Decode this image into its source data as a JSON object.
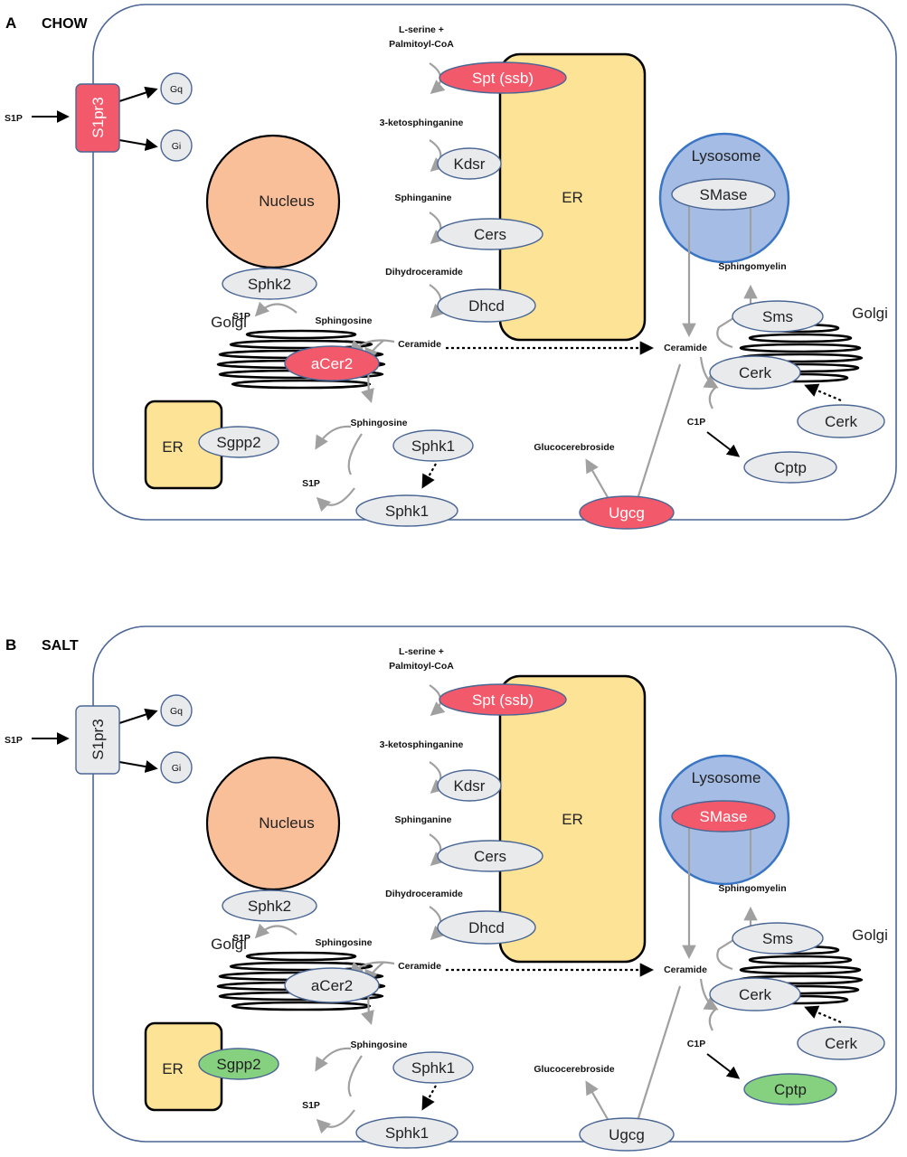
{
  "colors": {
    "up": "#f25a6c",
    "down": "#86d17f",
    "neutral": "#e9eaec",
    "enzyme_border": "#4a6694",
    "cell_border": "#4a6694",
    "er_fill": "#fde395",
    "nucleus_fill": "#f9bf99",
    "lysosome_fill": "#a5bde5",
    "lysosome_border": "#3a75c4",
    "grey_arrow": "#a0a0a0"
  },
  "panels": [
    {
      "letter": "A",
      "condition": "CHOW",
      "organelles": {
        "er_main": "ER",
        "er_small": "ER",
        "nucleus": "Nucleus",
        "lysosome": "Lysosome",
        "golgi_left": "Golgi",
        "golgi_right": "Golgi"
      },
      "metabolites": {
        "s1p_outside": "S1P",
        "lserine_1": "L-serine +",
        "lserine_2": "Palmitoyl-CoA",
        "ketosphinganine": "3-ketosphinganine",
        "sphinganine": "Sphinganine",
        "dihydroceramide": "Dihydroceramide",
        "ceramide_left": "Ceramide",
        "ceramide_right": "Ceramide",
        "sphingosine_golgi": "Sphingosine",
        "s1p_golgi": "S1P",
        "sphingosine_lower": "Sphingosine",
        "s1p_lower": "S1P",
        "glucocerebroside": "Glucocerebroside",
        "sphingomyelin": "Sphingomyelin",
        "c1p": "C1P"
      },
      "enzymes": {
        "s1pr3": {
          "label": "S1pr3",
          "state": "up"
        },
        "gq": {
          "label": "Gq",
          "state": "neutral"
        },
        "gi": {
          "label": "Gi",
          "state": "neutral"
        },
        "spt": {
          "label": "Spt (ssb)",
          "state": "up"
        },
        "kdsr": {
          "label": "Kdsr",
          "state": "neutral"
        },
        "cers": {
          "label": "Cers",
          "state": "neutral"
        },
        "dhcd": {
          "label": "Dhcd",
          "state": "neutral"
        },
        "sphk2": {
          "label": "Sphk2",
          "state": "neutral"
        },
        "acer2": {
          "label": "aCer2",
          "state": "up"
        },
        "sgpp2": {
          "label": "Sgpp2",
          "state": "neutral"
        },
        "sphk1_cyto": {
          "label": "Sphk1",
          "state": "neutral"
        },
        "sphk1_mem": {
          "label": "Sphk1",
          "state": "neutral"
        },
        "ugcg": {
          "label": "Ugcg",
          "state": "up"
        },
        "smase": {
          "label": "SMase",
          "state": "neutral"
        },
        "sms": {
          "label": "Sms",
          "state": "neutral"
        },
        "cerk_golgi": {
          "label": "Cerk",
          "state": "neutral"
        },
        "cerk_cyto": {
          "label": "Cerk",
          "state": "neutral"
        },
        "cptp": {
          "label": "Cptp",
          "state": "neutral"
        }
      }
    },
    {
      "letter": "B",
      "condition": "SALT",
      "organelles": {
        "er_main": "ER",
        "er_small": "ER",
        "nucleus": "Nucleus",
        "lysosome": "Lysosome",
        "golgi_left": "Golgi",
        "golgi_right": "Golgi"
      },
      "metabolites": {
        "s1p_outside": "S1P",
        "lserine_1": "L-serine +",
        "lserine_2": "Palmitoyl-CoA",
        "ketosphinganine": "3-ketosphinganine",
        "sphinganine": "Sphinganine",
        "dihydroceramide": "Dihydroceramide",
        "ceramide_left": "Ceramide",
        "ceramide_right": "Ceramide",
        "sphingosine_golgi": "Sphingosine",
        "s1p_golgi": "S1P",
        "sphingosine_lower": "Sphingosine",
        "s1p_lower": "S1P",
        "glucocerebroside": "Glucocerebroside",
        "sphingomyelin": "Sphingomyelin",
        "c1p": "C1P"
      },
      "enzymes": {
        "s1pr3": {
          "label": "S1pr3",
          "state": "neutral"
        },
        "gq": {
          "label": "Gq",
          "state": "neutral"
        },
        "gi": {
          "label": "Gi",
          "state": "neutral"
        },
        "spt": {
          "label": "Spt (ssb)",
          "state": "up"
        },
        "kdsr": {
          "label": "Kdsr",
          "state": "neutral"
        },
        "cers": {
          "label": "Cers",
          "state": "neutral"
        },
        "dhcd": {
          "label": "Dhcd",
          "state": "neutral"
        },
        "sphk2": {
          "label": "Sphk2",
          "state": "neutral"
        },
        "acer2": {
          "label": "aCer2",
          "state": "neutral"
        },
        "sgpp2": {
          "label": "Sgpp2",
          "state": "down"
        },
        "sphk1_cyto": {
          "label": "Sphk1",
          "state": "neutral"
        },
        "sphk1_mem": {
          "label": "Sphk1",
          "state": "neutral"
        },
        "ugcg": {
          "label": "Ugcg",
          "state": "neutral"
        },
        "smase": {
          "label": "SMase",
          "state": "up"
        },
        "sms": {
          "label": "Sms",
          "state": "neutral"
        },
        "cerk_golgi": {
          "label": "Cerk",
          "state": "neutral"
        },
        "cerk_cyto": {
          "label": "Cerk",
          "state": "neutral"
        },
        "cptp": {
          "label": "Cptp",
          "state": "down"
        }
      }
    }
  ]
}
